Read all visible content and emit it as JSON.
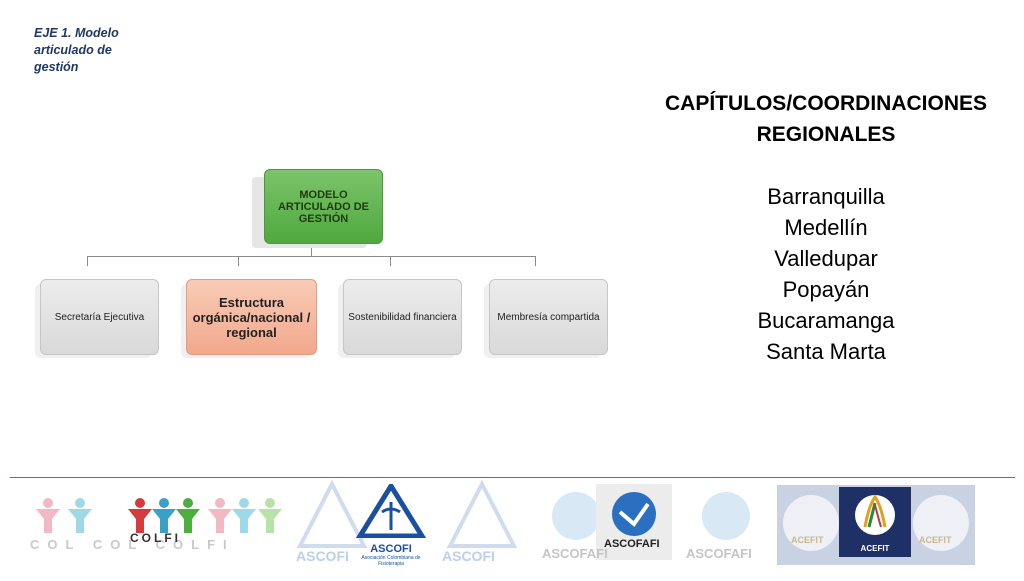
{
  "eje_title": "EJE 1. Modelo articulado de gestión",
  "right_panel": {
    "heading": "CAPÍTULOS/COORDINACIONES REGIONALES",
    "cities": [
      "Barranquilla",
      "Medellín",
      "Valledupar",
      "Popayán",
      "Bucaramanga",
      "Santa Marta"
    ]
  },
  "org_chart": {
    "root": "MODELO ARTICULADO DE GESTIÓN",
    "children": [
      "Secretaría Ejecutiva",
      "Estructura orgánica/nacional / regional",
      "Sostenibilidad financiera",
      "Membresía compartida"
    ]
  },
  "logos": {
    "colfi": "COLFI",
    "colfi_repeat": "COL   COL   COLFI",
    "ascofi": "ASCOFI",
    "ascofi_sub": "Asociación Colombiana de Fisioterapia",
    "ascofafi": "ASCOFAFI",
    "acefit": "ACEFIT"
  },
  "colors": {
    "root_green": "#5cb548",
    "highlight_salmon": "#f4b49a",
    "node_gray": "#e0e0e0",
    "divider_blue": "#4472c4",
    "eje_navy": "#1f3864"
  }
}
